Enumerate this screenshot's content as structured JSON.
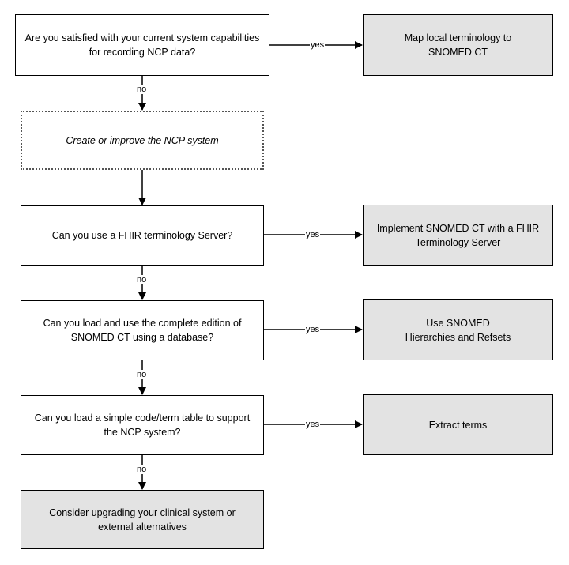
{
  "nodes": {
    "q1": "Are you satisfied with your current system capabilities for recording NCP data?",
    "a1": "Map local terminology to SNOMED CT",
    "create": "Create or improve the NCP system",
    "q2": "Can you use a FHIR terminology Server?",
    "a2": "Implement SNOMED CT with a FHIR Terminology Server",
    "q3": "Can you load and use the complete edition of SNOMED CT using a database?",
    "a3": "Use SNOMED Hierarchies and Refsets",
    "q4": "Can you load a simple code/term table to support the NCP system?",
    "a4": "Extract terms",
    "end": "Consider upgrading your clinical system or external alternatives"
  },
  "edge_labels": {
    "yes1": "yes",
    "no1": "no",
    "yes2": "yes",
    "no2": "no",
    "yes3": "yes",
    "no3": "no",
    "yes4": "yes",
    "no4": "no"
  }
}
